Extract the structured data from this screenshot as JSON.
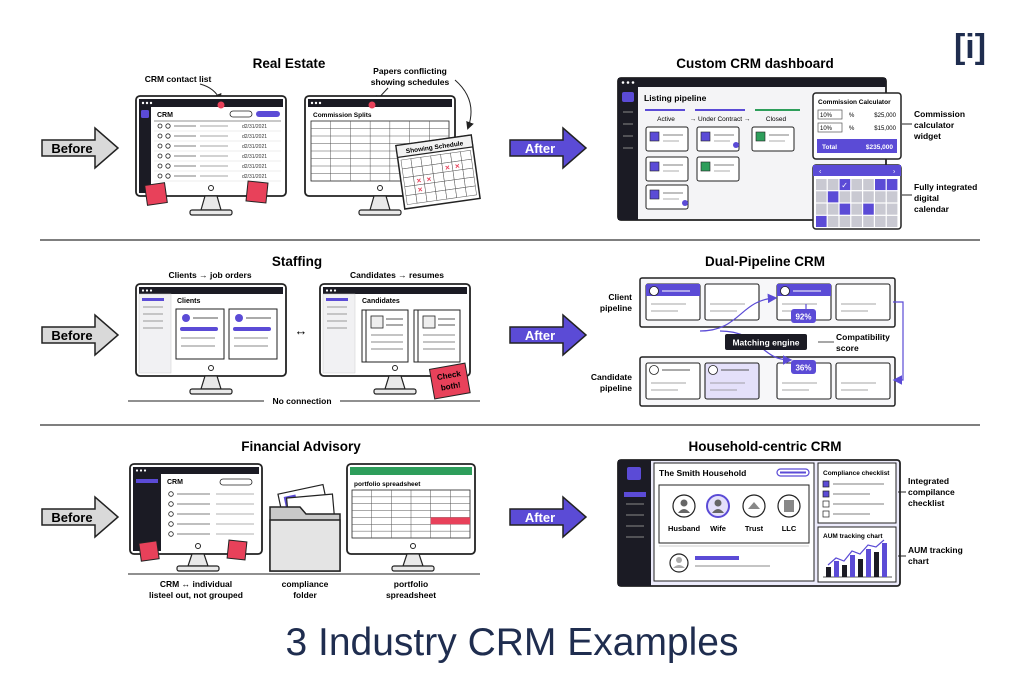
{
  "logo": {
    "text": "[i]",
    "color": "#1f2d4f"
  },
  "footer_title": "3 Industry CRM Examples",
  "colors": {
    "purple": "#5b4bd6",
    "green": "#2e9e5b",
    "red": "#e8415a",
    "gray_arrow": "#d9d9d9",
    "dark": "#1b1b24"
  },
  "arrows": {
    "before": "Before",
    "after": "After"
  },
  "rows": [
    {
      "before_title": "Real Estate",
      "after_title": "Custom CRM dashboard",
      "before": {
        "callout_left": "CRM contact list",
        "callout_right_1": "Papers conflicting",
        "callout_right_2": "showing schedules",
        "crm_label": "CRM",
        "sheet_label": "Commission Splits",
        "calendar_label": "Showing Schedule",
        "dates": [
          "d2/31/2021",
          "d2/31/2021",
          "d2/31/2021",
          "d2/31/2021",
          "d2/31/2021",
          "d2/31/2021"
        ]
      },
      "after": {
        "pipeline_title": "Listing pipeline",
        "columns": [
          "Active",
          "→ Under Contract →",
          "Closed"
        ],
        "calc_title": "Commission Calculator",
        "calc_rows": [
          {
            "pct": "10%",
            "unit": "%",
            "amount": "$25,000"
          },
          {
            "pct": "10%",
            "unit": "%",
            "amount": "$15,000"
          }
        ],
        "calc_total_label": "Total",
        "calc_total_value": "$235,000",
        "note_1": [
          "Commission",
          "calculator",
          "widget"
        ],
        "note_2": [
          "Fully integrated",
          "digital",
          "calendar"
        ]
      }
    },
    {
      "before_title": "Staffing",
      "after_title": "Dual-Pipeline CRM",
      "before": {
        "label_left": "Clients → job orders",
        "label_right": "Candidates → resumes",
        "panel_left": "Clients",
        "panel_right": "Candidates",
        "connector": "↔",
        "no_connection": "No connection",
        "sticky_1": "Check",
        "sticky_2": "both!"
      },
      "after": {
        "client_label": [
          "Client",
          "pipeline"
        ],
        "candidate_label": [
          "Candidate",
          "pipeline"
        ],
        "engine": "Matching engine",
        "score_1": "92%",
        "score_2": "36%",
        "score_label": [
          "Compatibility",
          "score"
        ]
      }
    },
    {
      "before_title": "Financial Advisory",
      "after_title": "Household-centric CRM",
      "before": {
        "crm_label": "CRM",
        "sheet_label": "portfolio spreadsheet",
        "caption_1": [
          "CRM ↔ individual",
          "listeel out, not grouped"
        ],
        "caption_2": [
          "compliance",
          "folder"
        ],
        "caption_3": [
          "portfolio",
          "spreadsheet"
        ]
      },
      "after": {
        "household_title": "The Smith Household",
        "members": [
          "Husband",
          "Wife",
          "Trust",
          "LLC"
        ],
        "checklist_title": "Compliance checklist",
        "chart_title": "AUM tracking chart",
        "note_1": [
          "Integrated",
          "compilance",
          "checklist"
        ],
        "note_2": [
          "AUM tracking",
          "chart"
        ]
      }
    }
  ]
}
